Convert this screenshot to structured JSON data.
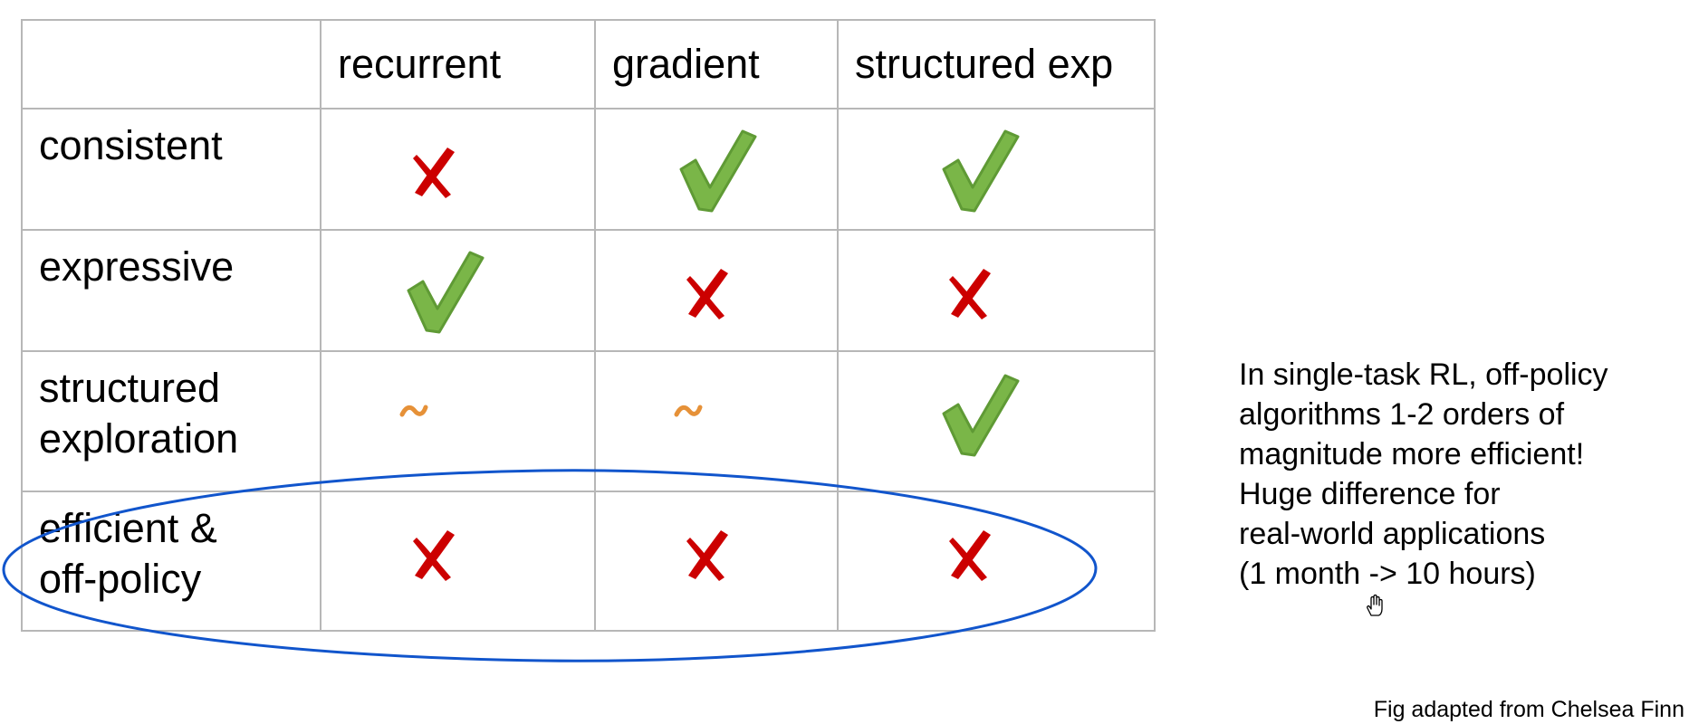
{
  "table": {
    "columns": [
      "",
      "recurrent",
      "gradient",
      "structured exp"
    ],
    "rows": [
      {
        "label_lines": [
          "consistent"
        ],
        "marks": [
          "cross",
          "check",
          "check"
        ]
      },
      {
        "label_lines": [
          "expressive"
        ],
        "marks": [
          "check",
          "cross",
          "cross"
        ]
      },
      {
        "label_lines": [
          "structured",
          "exploration"
        ],
        "marks": [
          "tilde",
          "tilde",
          "check"
        ]
      },
      {
        "label_lines": [
          "efficient &",
          "off-policy"
        ],
        "marks": [
          "cross",
          "cross",
          "cross"
        ]
      }
    ]
  },
  "note": {
    "lines": [
      "In single-task RL, off-policy",
      "algorithms 1-2 orders of",
      "magnitude more efficient!",
      "Huge difference for",
      "real-world applications",
      "(1 month -> 10 hours)"
    ]
  },
  "credit": "Fig adapted from Chelsea Finn",
  "colors": {
    "check": "#7ab648",
    "check_dark": "#5f9a35",
    "cross": "#cc0000",
    "tilde": "#e69138",
    "ellipse": "#1155cc",
    "grid": "#b7b7b7"
  },
  "icons": {
    "check": "check-mark-icon",
    "cross": "cross-mark-icon",
    "tilde": "tilde-mark-icon",
    "cursor": "hand-cursor-icon"
  }
}
